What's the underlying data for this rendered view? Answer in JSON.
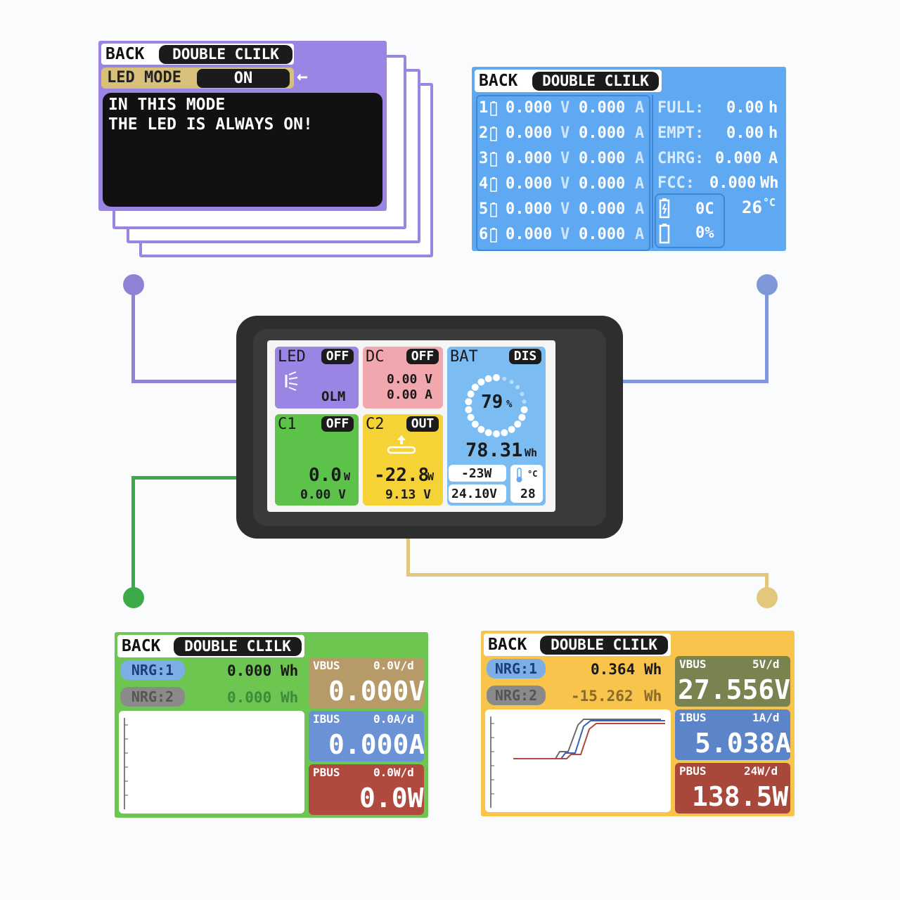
{
  "led_screen": {
    "back": "BACK",
    "double_click": "DOUBLE CLILK",
    "mode_label": "LED MODE",
    "mode_value": "ON",
    "arrow": "←",
    "line1": "IN THIS MODE",
    "line2": "THE LED IS ALWAYS ON!"
  },
  "bat_screen": {
    "back": "BACK",
    "double_click": "DOUBLE CLILK",
    "cells": [
      {
        "idx": "1",
        "v": "0.000",
        "vu": "V",
        "a": "0.000",
        "au": "A"
      },
      {
        "idx": "2",
        "v": "0.000",
        "vu": "V",
        "a": "0.000",
        "au": "A"
      },
      {
        "idx": "3",
        "v": "0.000",
        "vu": "V",
        "a": "0.000",
        "au": "A"
      },
      {
        "idx": "4",
        "v": "0.000",
        "vu": "V",
        "a": "0.000",
        "au": "A"
      },
      {
        "idx": "5",
        "v": "0.000",
        "vu": "V",
        "a": "0.000",
        "au": "A"
      },
      {
        "idx": "6",
        "v": "0.000",
        "vu": "V",
        "a": "0.000",
        "au": "A"
      }
    ],
    "full_label": "FULL:",
    "full_value": "0.00",
    "full_unit": "h",
    "empt_label": "EMPT:",
    "empt_value": "0.00",
    "empt_unit": "h",
    "chrg_label": "CHRG:",
    "chrg_value": "0.000",
    "chrg_unit": "A",
    "fcc_label": "FCC:",
    "fcc_value": "0.000",
    "fcc_unit": "Wh",
    "cycles_value": "0C",
    "health_value": "0%",
    "temp_value": "26",
    "temp_unit": "°C"
  },
  "device": {
    "led": {
      "title": "LED",
      "state": "OFF",
      "mode": "OLM"
    },
    "dc": {
      "title": "DC",
      "state": "OFF",
      "volt": "0.00 V",
      "amp": "0.00 A"
    },
    "bat": {
      "title": "BAT",
      "state": "DIS",
      "percent": "79",
      "percent_unit": "%",
      "percent_fill": 0.79,
      "energy": "78.31",
      "energy_unit": "Wh",
      "power": "-23W",
      "voltage": "24.10V",
      "temp_unit": "°C",
      "temp": "28"
    },
    "c1": {
      "title": "C1",
      "state": "OFF",
      "power": "0.0",
      "power_unit": "W",
      "volt": "0.00 V"
    },
    "c2": {
      "title": "C2",
      "state": "OUT",
      "power": "-22.8",
      "power_unit": "W",
      "volt": "9.13 V"
    }
  },
  "c1_screen": {
    "back": "BACK",
    "double_click": "DOUBLE CLILK",
    "nrg1_label": "NRG:1",
    "nrg1_value": "0.000",
    "nrg1_unit": "Wh",
    "nrg2_label": "NRG:2",
    "nrg2_value": "0.000",
    "nrg2_unit": "Wh",
    "vbus_label": "VBUS",
    "vbus_scale": "0.0V/d",
    "vbus_value": "0.000V",
    "ibus_label": "IBUS",
    "ibus_scale": "0.0A/d",
    "ibus_value": "0.000A",
    "pbus_label": "PBUS",
    "pbus_scale": "0.0W/d",
    "pbus_value": "0.0W"
  },
  "c2_screen": {
    "back": "BACK",
    "double_click": "DOUBLE CLILK",
    "nrg1_label": "NRG:1",
    "nrg1_value": "0.364",
    "nrg1_unit": "Wh",
    "nrg2_label": "NRG:2",
    "nrg2_value": "-15.262",
    "nrg2_unit": "Wh",
    "vbus_label": "VBUS",
    "vbus_scale": "5V/d",
    "vbus_value": "27.556V",
    "ibus_label": "IBUS",
    "ibus_scale": "1A/d",
    "ibus_value": "5.038A",
    "pbus_label": "PBUS",
    "pbus_scale": "24W/d",
    "pbus_value": "138.5W"
  },
  "colors": {
    "purple": "#9a85e4",
    "blue": "#5fa8f2",
    "green": "#5cc24a",
    "yellow": "#f5c545",
    "pink": "#f2a7ae",
    "line_purple": "#8e82d4",
    "line_blue": "#7f98d8",
    "line_green": "#3daa4a",
    "line_yellow": "#e3c77a"
  }
}
